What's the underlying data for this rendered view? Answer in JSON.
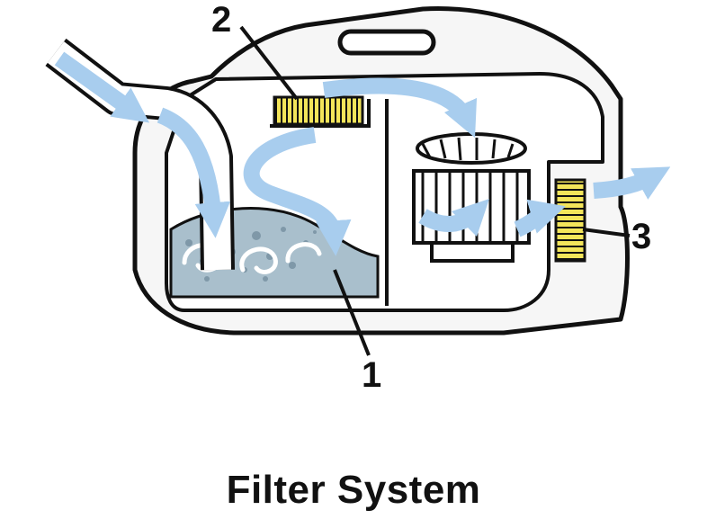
{
  "colors": {
    "outline": "#111111",
    "body_fill": "#f6f6f6",
    "water": "#a9bfcc",
    "water_dots": "#7f98a8",
    "airflow": "#a8cdee",
    "filter_yellow": "#f3e55a"
  },
  "callouts": [
    {
      "id": "callout-1",
      "label": "1"
    },
    {
      "id": "callout-2",
      "label": "2"
    },
    {
      "id": "callout-3",
      "label": "3"
    }
  ],
  "caption": "Filter System"
}
